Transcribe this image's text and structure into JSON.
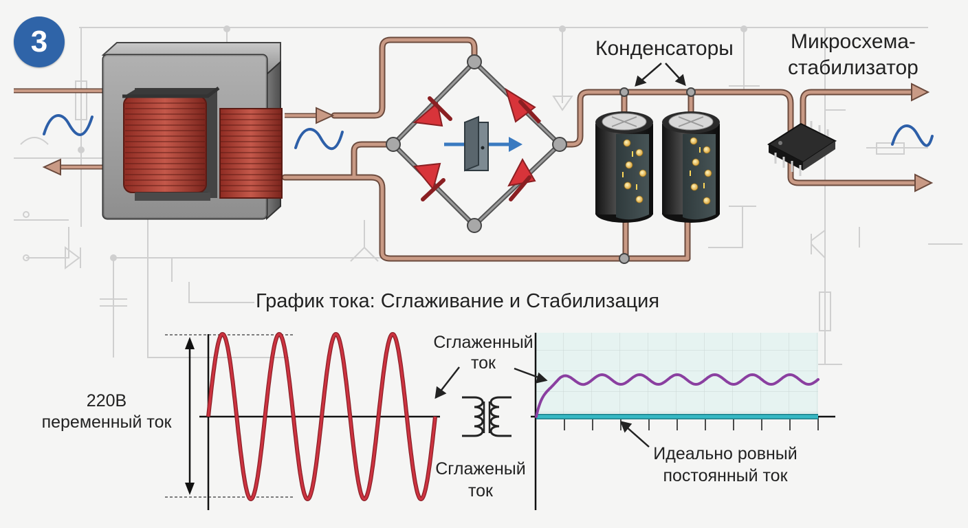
{
  "step_number": "3",
  "labels": {
    "capacitors": "Конденсаторы",
    "regulator_line1": "Микросхема-",
    "regulator_line2": "стабилизатор",
    "graph_title": "График тока: Сглаживание и Стабилизация",
    "ac_voltage": "220В",
    "ac_current": "переменный ток",
    "smoothed_top_line1": "Сглаженный",
    "smoothed_top_line2": "ток",
    "smoothed_bottom_line1": "Сглаженый",
    "smoothed_bottom_line2": "ток",
    "dc_line1": "Идеально ровный",
    "dc_line2": "постоянный ток"
  },
  "colors": {
    "badge": "#2f64a8",
    "wire": "#b07f6a",
    "ac_wave": "#cc3340",
    "smoothed_wave": "#8a3fa0",
    "dc_line": "#36b8c4",
    "diode": "#d8343a",
    "icon_blue": "#2d5fa8"
  },
  "icons": [
    "transformer-icon",
    "diode-bridge-icon",
    "door-icon",
    "capacitor-icon",
    "chip-icon",
    "sine-wave-icon",
    "transformer-symbol-icon"
  ]
}
